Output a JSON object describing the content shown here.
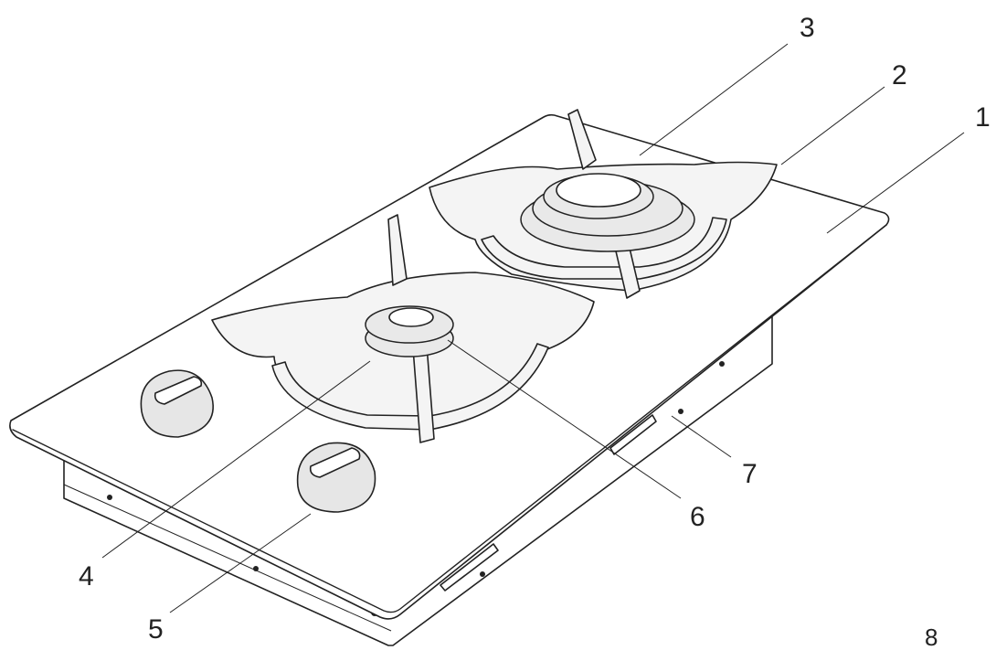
{
  "figure": {
    "callouts": [
      {
        "id": "1",
        "text": "1"
      },
      {
        "id": "2",
        "text": "2"
      },
      {
        "id": "3",
        "text": "3"
      },
      {
        "id": "4",
        "text": "4"
      },
      {
        "id": "5",
        "text": "5"
      },
      {
        "id": "6",
        "text": "6"
      },
      {
        "id": "7",
        "text": "7"
      }
    ],
    "page_number": "8"
  }
}
